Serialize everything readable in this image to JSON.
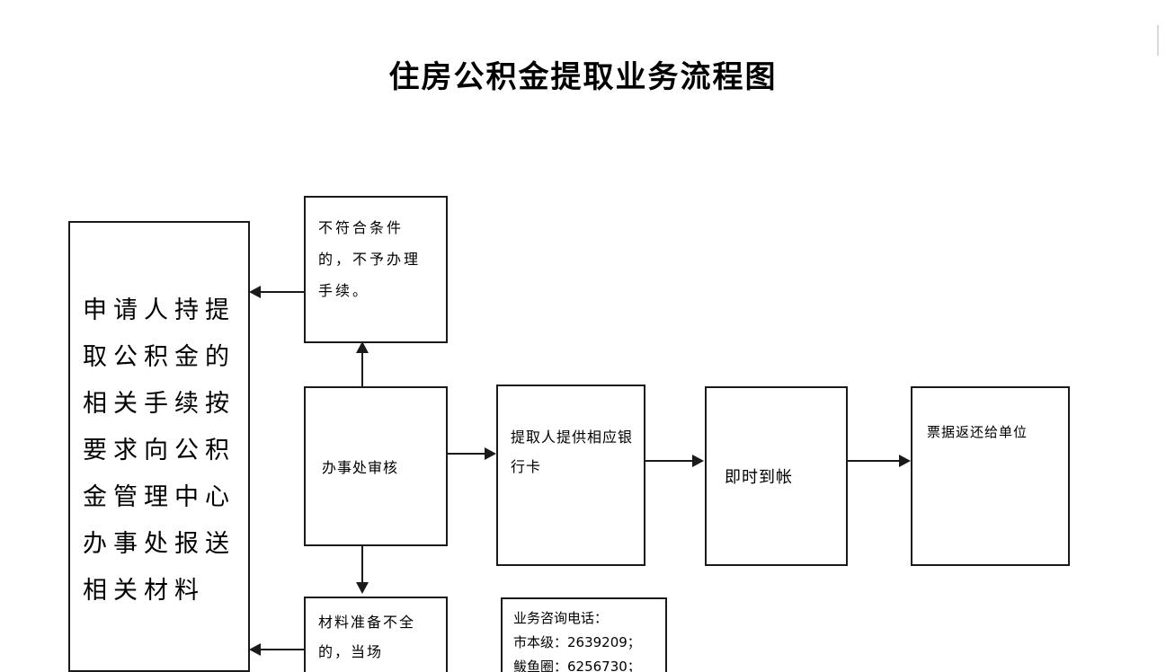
{
  "document": {
    "title": "住房公积金提取业务流程图"
  },
  "flowchart": {
    "type": "flowchart",
    "nodes": [
      {
        "id": "apply",
        "label": "申请人持提取公积金的相关手续按要求向公积金管理中心办事处报送相关材料",
        "shape": "rectangle"
      },
      {
        "id": "reject",
        "label": "不符合条件的，不予办理手续。",
        "shape": "rectangle"
      },
      {
        "id": "review",
        "label": "办事处审核",
        "shape": "rectangle"
      },
      {
        "id": "bankcard",
        "label": "提取人提供相应银行卡",
        "shape": "rectangle"
      },
      {
        "id": "instant",
        "label": "即时到帐",
        "shape": "rectangle"
      },
      {
        "id": "receipt",
        "label": "票据返还给单位",
        "shape": "rectangle"
      },
      {
        "id": "incomplete",
        "label": "材料准备不全的，当场",
        "shape": "rectangle"
      }
    ],
    "edges": [
      {
        "from": "apply",
        "to": "review",
        "direction": "down"
      },
      {
        "from": "review",
        "to": "reject",
        "direction": "up"
      },
      {
        "from": "reject",
        "to": "apply",
        "direction": "left"
      },
      {
        "from": "review",
        "to": "bankcard",
        "direction": "right"
      },
      {
        "from": "bankcard",
        "to": "instant",
        "direction": "right"
      },
      {
        "from": "instant",
        "to": "receipt",
        "direction": "right"
      },
      {
        "from": "review",
        "to": "incomplete",
        "direction": "down"
      },
      {
        "from": "incomplete",
        "to": "apply",
        "direction": "left"
      }
    ]
  },
  "info_box": {
    "heading": "业务咨询电话：",
    "lines": [
      "市本级：2639209；",
      "鲅鱼圈：6256730；"
    ]
  },
  "colors": {
    "line": "#1a1a1a",
    "text": "#000000",
    "background": "#ffffff"
  }
}
